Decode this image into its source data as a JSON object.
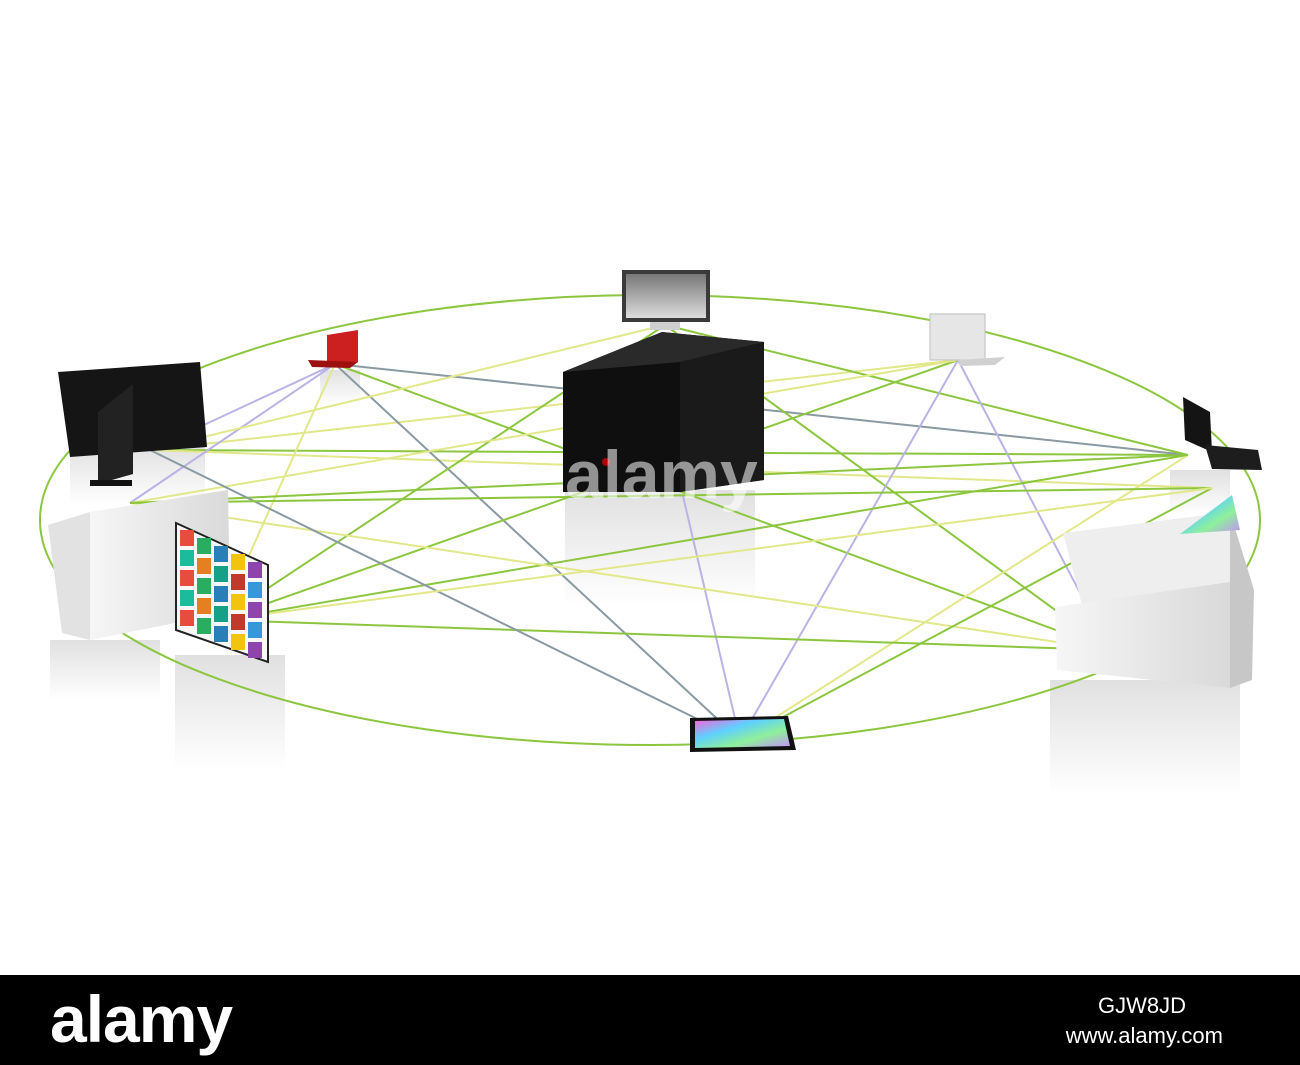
{
  "image": {
    "background": "#ffffff",
    "watermark": "alamy",
    "colors": {
      "link_green": "#8cc63f",
      "link_yellow": "#e2e88a",
      "link_violet": "#b9b3e6",
      "link_grey": "#8a9aa2",
      "device_black": "#151515",
      "device_white": "#ededed",
      "laptop_red": "#cc1f1f"
    },
    "devices": [
      {
        "name": "server-tower",
        "icon": "server-icon"
      },
      {
        "name": "desktop-monitor-top",
        "icon": "monitor-icon"
      },
      {
        "name": "red-laptop",
        "icon": "laptop-icon"
      },
      {
        "name": "white-laptop",
        "icon": "laptop-icon"
      },
      {
        "name": "black-monitor-left",
        "icon": "monitor-icon"
      },
      {
        "name": "black-laptop-right",
        "icon": "laptop-icon"
      },
      {
        "name": "white-box-left",
        "icon": "box-icon"
      },
      {
        "name": "puzzle-display",
        "icon": "puzzle-icon"
      },
      {
        "name": "white-box-right",
        "icon": "box-icon"
      },
      {
        "name": "disc",
        "icon": "disc-icon"
      },
      {
        "name": "tablet",
        "icon": "tablet-icon"
      }
    ]
  },
  "footer": {
    "brand": "alamy",
    "stock_id": "GJW8JD",
    "url": "www.alamy.com",
    "background": "#000000"
  }
}
